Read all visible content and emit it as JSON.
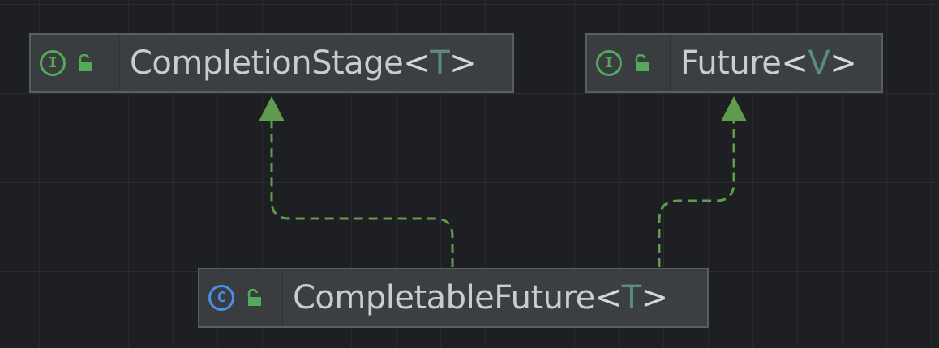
{
  "diagram": {
    "nodes": [
      {
        "id": "completion-stage",
        "kind": "interface",
        "badge_letter": "I",
        "name": "CompletionStage",
        "type_param": "T",
        "open": "<",
        "close": ">"
      },
      {
        "id": "future",
        "kind": "interface",
        "badge_letter": "I",
        "name": "Future",
        "type_param": "V",
        "open": "<",
        "close": ">"
      },
      {
        "id": "completable-future",
        "kind": "class",
        "badge_letter": "C",
        "name": "CompletableFuture",
        "type_param": "T",
        "open": "<",
        "close": ">"
      }
    ],
    "edges": [
      {
        "from": "completable-future",
        "to": "completion-stage",
        "relation": "implements",
        "style": "dashed"
      },
      {
        "from": "completable-future",
        "to": "future",
        "relation": "implements",
        "style": "dashed"
      }
    ],
    "colors": {
      "background": "#1e1f22",
      "grid": "#2a2b2e",
      "node_fill": "#3c3f41",
      "node_border": "#5a5d63",
      "edge": "#5f9c4e",
      "interface_badge": "#56a85a",
      "class_badge": "#4a8ee6",
      "lock": "#56a85a",
      "type_param": "#5c8c80"
    },
    "icons": {
      "interface": "interface-badge-icon",
      "class": "class-badge-icon",
      "visibility": "open-lock-icon"
    }
  }
}
